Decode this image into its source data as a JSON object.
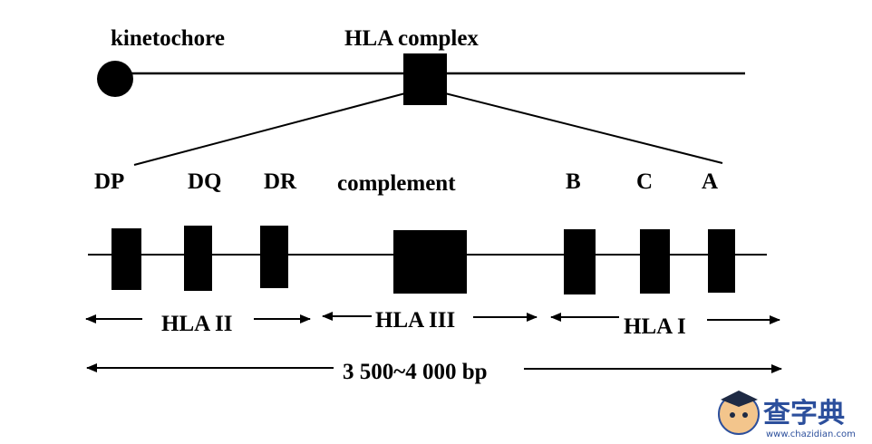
{
  "chromosome": {
    "kinetochore_label": "kinetochore",
    "hla_complex_label": "HLA complex"
  },
  "genes": {
    "class_ii": [
      "DP",
      "DQ",
      "DR"
    ],
    "class_iii": "complement",
    "class_i": [
      "B",
      "C",
      "A"
    ]
  },
  "regions": {
    "hla_ii": "HLA II",
    "hla_iii": "HLA III",
    "hla_i": "HLA I"
  },
  "span_label": "3 500~4 000 bp",
  "watermark": {
    "brand": "查字典",
    "url": "www.chazidian.com"
  },
  "colors": {
    "ink": "#000000",
    "background": "#ffffff",
    "watermark_blue": "#2c4f9c",
    "watermark_face": "#f3c58c"
  }
}
